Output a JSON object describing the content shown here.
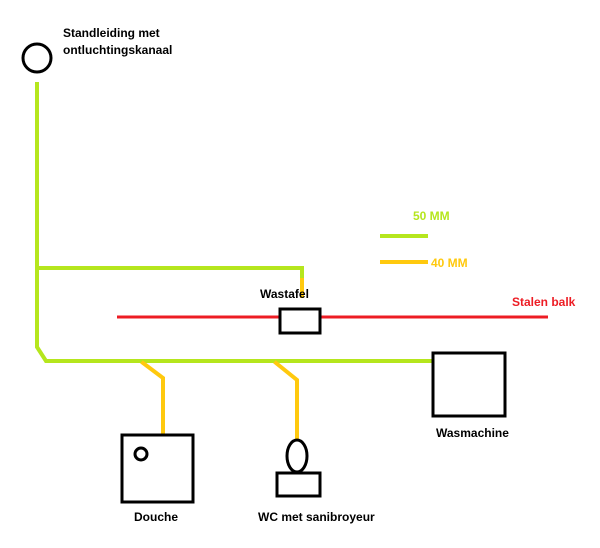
{
  "labels": {
    "standleiding_line1": "Standleiding met",
    "standleiding_line2": "ontluchtingskanaal",
    "wastafel": "Wastafel",
    "stalen_balk": "Stalen balk",
    "wasmachine": "Wasmachine",
    "douche": "Douche",
    "wc": "WC met sanibroyeur"
  },
  "legend": {
    "pipe_50": "50 MM",
    "pipe_40": "40 MM"
  },
  "colors": {
    "pipe_50": "#b5e61d",
    "pipe_40": "#ffc90e",
    "beam": "#ed1c24",
    "outline": "#000000",
    "background": "#ffffff"
  }
}
